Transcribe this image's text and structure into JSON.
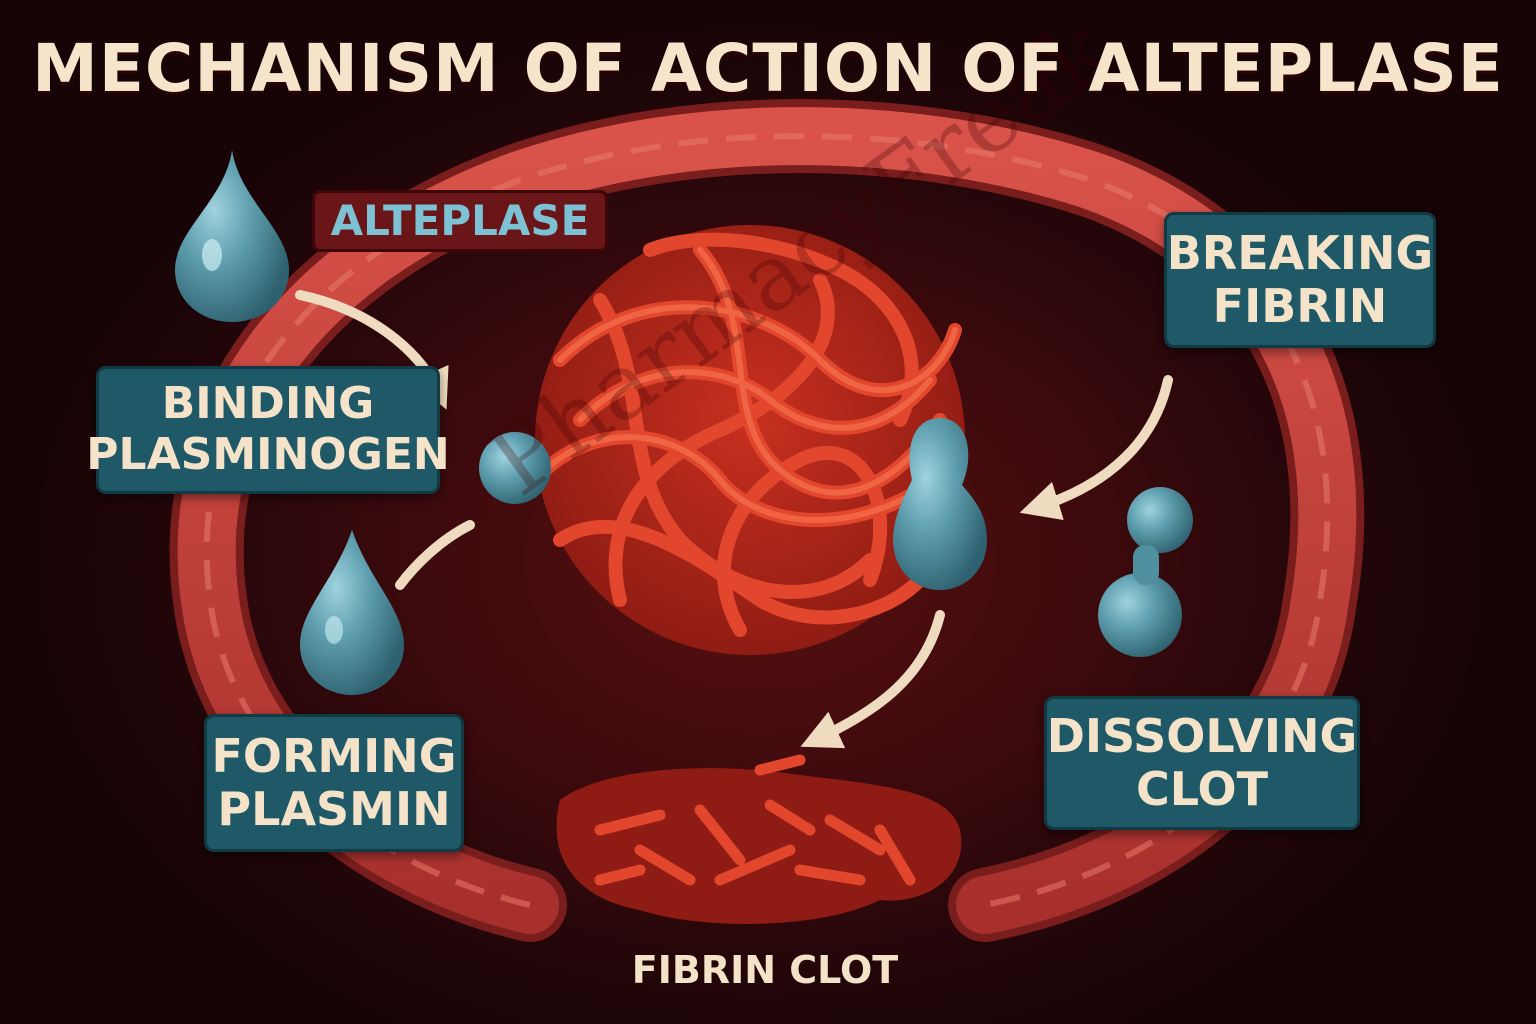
{
  "title": "MECHANISM OF ACTION OF ALTEPLASE",
  "drug_tag": "ALTEPLASE",
  "steps": {
    "binding": [
      "BINDING",
      "PLASMINOGEN"
    ],
    "forming": [
      "FORMING",
      "PLASMIN"
    ],
    "breaking": [
      "BREAKING",
      "FIBRIN"
    ],
    "dissolving": [
      "DISSOLVING",
      "CLOT"
    ]
  },
  "clot_caption": "FIBRIN CLOT",
  "watermark": "PharmacyFreak",
  "colors": {
    "background": "#3c0a0d",
    "vessel_wall": "#c8443c",
    "fibrin_strand": "#e2472d",
    "molecule": "#5e9eae",
    "label_box": "#1f5968",
    "label_text": "#f4e3c8",
    "arrow": "#efdcc0",
    "drug_tag_text": "#7cc2d4"
  }
}
